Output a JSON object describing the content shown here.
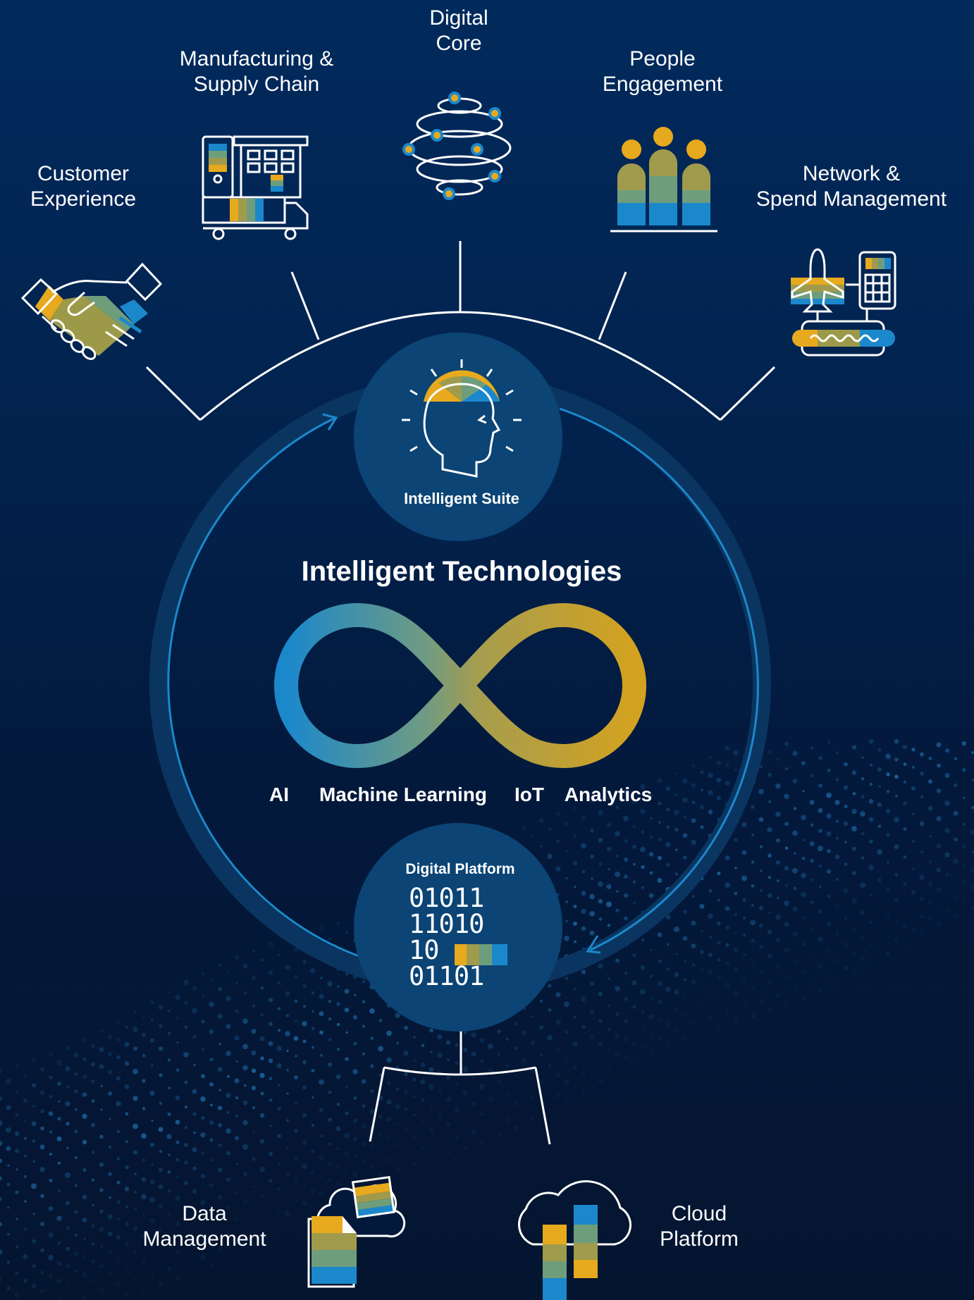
{
  "outer_capabilities": [
    {
      "id": "customer-experience",
      "lines": [
        "Customer",
        "Experience"
      ],
      "icon": "handshake-icon"
    },
    {
      "id": "manufacturing-supply-chain",
      "lines": [
        "Manufacturing &",
        "Supply Chain"
      ],
      "icon": "factory-truck-icon"
    },
    {
      "id": "digital-core",
      "lines": [
        "Digital",
        "Core"
      ],
      "icon": "orbit-rings-icon"
    },
    {
      "id": "people-engagement",
      "lines": [
        "People",
        "Engagement"
      ],
      "icon": "people-group-icon"
    },
    {
      "id": "network-spend-management",
      "lines": [
        "Network &",
        "Spend Management"
      ],
      "icon": "airplane-calculator-icon"
    }
  ],
  "intelligent_suite": {
    "label": "Intelligent Suite",
    "icon": "head-lightbulb-icon"
  },
  "intelligent_technologies": {
    "title": "Intelligent Technologies",
    "icon": "infinity-icon",
    "items": [
      "AI",
      "Machine Learning",
      "IoT",
      "Analytics"
    ]
  },
  "digital_platform": {
    "label": "Digital Platform",
    "icon": "binary-code-icon",
    "binary_rows": [
      "01011",
      "11010",
      "10",
      "01101"
    ]
  },
  "bottom_capabilities": [
    {
      "id": "data-management",
      "lines": [
        "Data",
        "Management"
      ],
      "icon": "documents-cloud-icon"
    },
    {
      "id": "cloud-platform",
      "lines": [
        "Cloud",
        "Platform"
      ],
      "icon": "cloud-bars-icon"
    }
  ],
  "colors": {
    "background_top": "#012a5c",
    "background_bottom": "#041530",
    "circle_fill": "#0a4273",
    "ring": "#0a3560",
    "accent_blue": "#1b88cc",
    "accent_gold": "#e7a91d",
    "accent_green": "#6e9d7c",
    "white": "#ffffff"
  }
}
